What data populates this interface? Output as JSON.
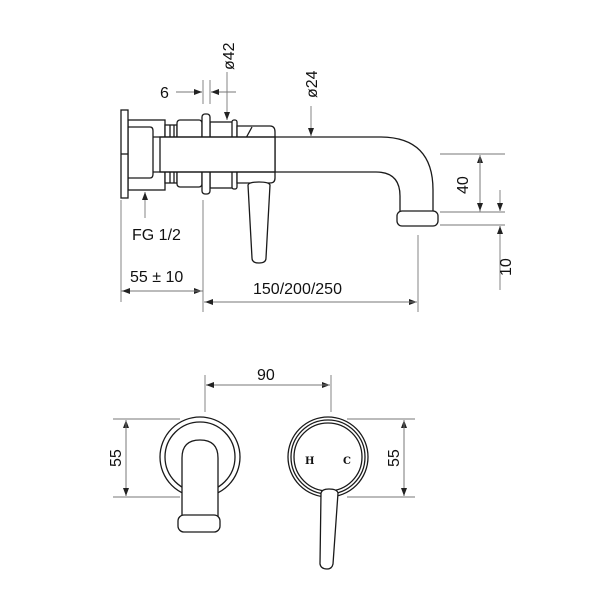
{
  "side_view": {
    "dim_wall_plate": "6",
    "dim_body_diameter": "ø42",
    "dim_spout_diameter": "ø24",
    "thread_label": "FG 1/2",
    "dim_depth": "55 ± 10",
    "dim_spout_length": "150/200/250",
    "dim_spout_height": "40",
    "dim_aerator": "10"
  },
  "front_view": {
    "dim_spacing": "90",
    "dim_spout_plate": "55",
    "dim_mixer_plate": "55",
    "hot_label": "H",
    "cold_label": "C"
  }
}
